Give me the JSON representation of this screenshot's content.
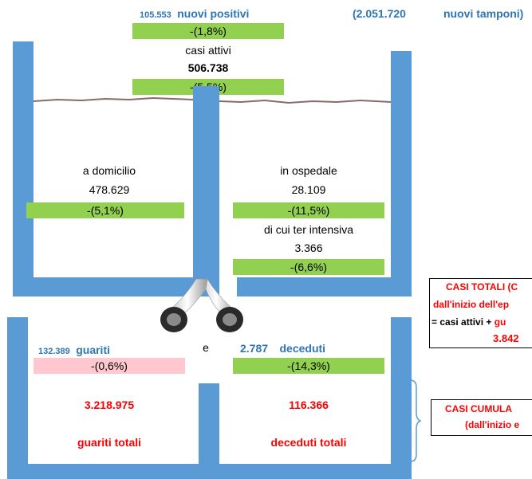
{
  "top": {
    "new_positive_value": "105.553",
    "new_positive_label": "nuovi positivi",
    "new_positive_change": "-(1,8%)",
    "new_tests_value": "(2.051.720",
    "new_tests_label": "nuovi tamponi)"
  },
  "active": {
    "label": "casi attivi",
    "value": "506.738",
    "change": "-(5,5%)"
  },
  "home": {
    "label": "a domicilio",
    "value": "478.629",
    "change": "-(5,1%)"
  },
  "hospital": {
    "label": "in ospedale",
    "value": "28.109",
    "change": "-(11,5%)",
    "icu_label": "di cui ter intensiva",
    "icu_value": "3.366",
    "icu_change": "-(6,6%)"
  },
  "recovered": {
    "value": "132.389",
    "label": "guariti",
    "change": "-(0,6%)",
    "total_value": "3.218.975",
    "total_label": "guariti totali"
  },
  "connector": "e",
  "deceased": {
    "value": "2.787",
    "label": "deceduti",
    "change": "-(14,3%)",
    "total_value": "116.366",
    "total_label": "deceduti totali"
  },
  "total_cases": {
    "title": "CASI TOTALI (C",
    "line1": "dall'inizio dell'ep",
    "line2_prefix": "= casi attivi + ",
    "line2_red": "gu",
    "value": "3.842"
  },
  "cumulative": {
    "line1": "CASI CUMULA",
    "line2": "(dall'inizio e"
  },
  "colors": {
    "wall": "#5b9bd5",
    "green": "#92d050",
    "pink": "#ffc7ce",
    "blue_text": "#2e75b6",
    "red_text": "#ff0000"
  }
}
